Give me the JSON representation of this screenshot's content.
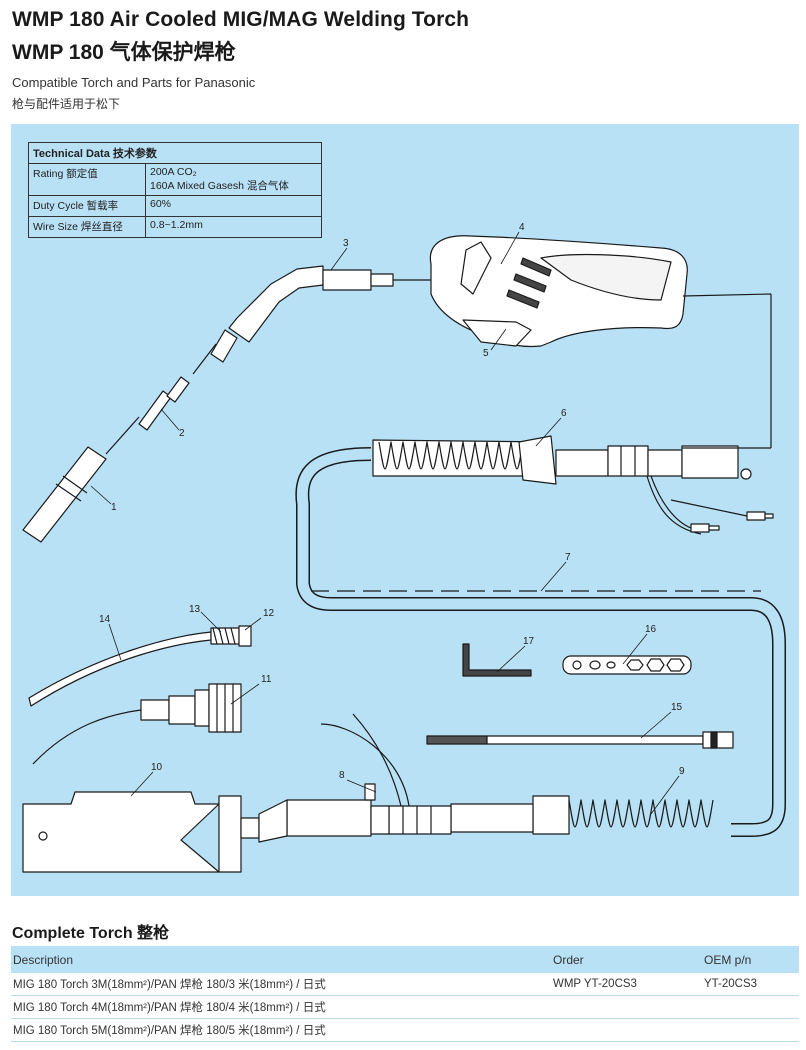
{
  "header": {
    "title_en": "WMP 180 Air Cooled MIG/MAG Welding Torch",
    "title_cn": "WMP 180 气体保护焊枪",
    "compat_en": "Compatible Torch and Parts for Panasonic",
    "compat_cn": "枪与配件适用于松下"
  },
  "tech_table": {
    "header": "Technical Data 技术参数",
    "rows": [
      {
        "label": "Rating 额定值",
        "value_lines": [
          "200A CO₂",
          "160A Mixed Gasesh 混合气体"
        ]
      },
      {
        "label": "Duty Cycle 暂载率",
        "value_lines": [
          "60%"
        ]
      },
      {
        "label": "Wire Size 焊丝直径",
        "value_lines": [
          "0.8~1.2mm"
        ]
      }
    ]
  },
  "callouts": [
    "1",
    "2",
    "3",
    "4",
    "5",
    "6",
    "7",
    "8",
    "9",
    "10",
    "11",
    "12",
    "13",
    "14",
    "15",
    "16",
    "17"
  ],
  "colors": {
    "diagram_bg": "#b9e1f6",
    "part_fill": "#ffffff",
    "line": "#1a1a1a"
  },
  "complete_torch": {
    "title": "Complete Torch 整枪",
    "columns": [
      "Description",
      "Order",
      "OEM p/n"
    ],
    "rows": [
      {
        "description": "MIG 180 Torch 3M(18mm²)/PAN  焊枪 180/3 米(18mm²) / 日式",
        "order": "WMP YT-20CS3",
        "oem": "YT-20CS3"
      },
      {
        "description": "MIG 180 Torch 4M(18mm²)/PAN  焊枪 180/4 米(18mm²) / 日式",
        "order": "",
        "oem": ""
      },
      {
        "description": "MIG 180 Torch 5M(18mm²)/PAN  焊枪 180/5 米(18mm²) / 日式",
        "order": "",
        "oem": ""
      }
    ]
  }
}
